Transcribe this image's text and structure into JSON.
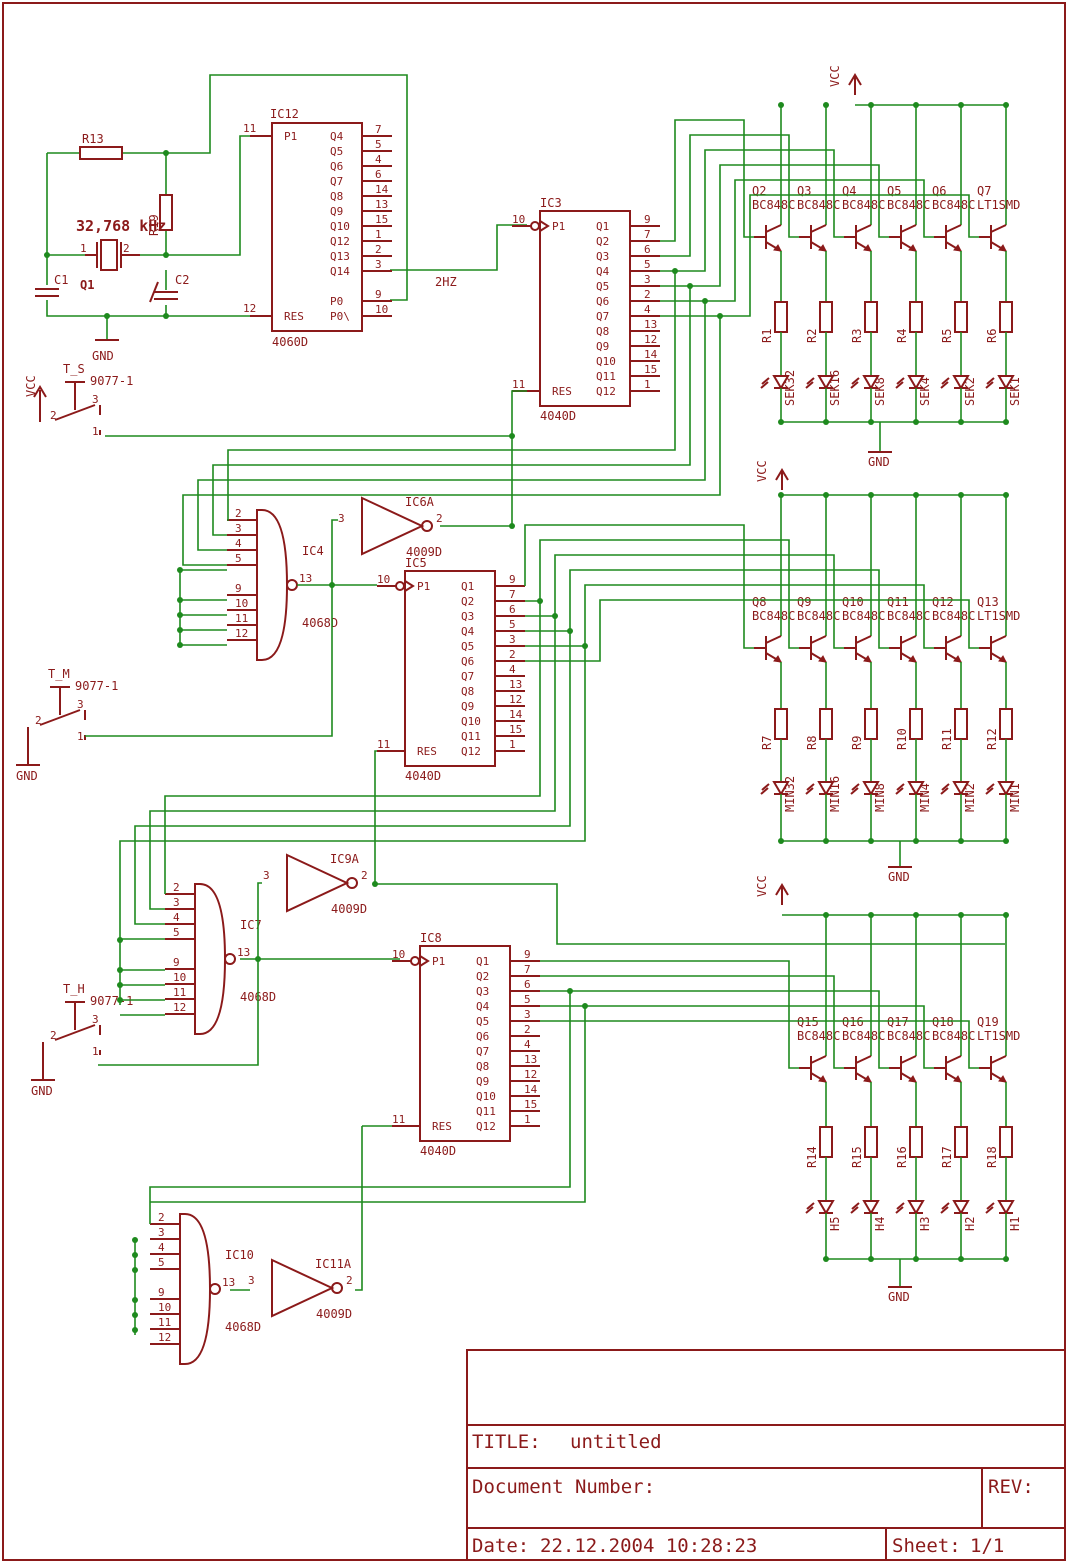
{
  "title_block": {
    "title_label": "TITLE:",
    "title_value": "untitled",
    "docnum_label": "Document Number:",
    "rev_label": "REV:",
    "date_label": "Date:",
    "date_value": "22.12.2004 10:28:23",
    "sheet_label": "Sheet:",
    "sheet_value": "1/1"
  },
  "oscillator": {
    "ic_name": "IC12",
    "ic_type": "4060D",
    "pins_left": [
      "P1",
      "RES"
    ],
    "pins_right": [
      "Q4",
      "Q5",
      "Q6",
      "Q7",
      "Q8",
      "Q9",
      "Q10",
      "Q12",
      "Q13",
      "Q14",
      "P0",
      "P0\\"
    ],
    "pin_nums_right": [
      "7",
      "5",
      "4",
      "6",
      "14",
      "13",
      "15",
      "1",
      "2",
      "3",
      "9",
      "10"
    ],
    "pin11": "11",
    "pin12": "12",
    "r13": "R13",
    "r19": "R19",
    "crystal_name": "Q1",
    "crystal_value": "32,768 kHz",
    "c1": "C1",
    "c2": "C2",
    "gnd": "GND",
    "freq_label": "2HZ",
    "xtal_pin1": "1",
    "xtal_pin2": "2"
  },
  "counters": [
    {
      "name": "IC3",
      "type": "4040D"
    },
    {
      "name": "IC5",
      "type": "4040D"
    },
    {
      "name": "IC8",
      "type": "4040D"
    }
  ],
  "counter_pins_left": [
    "P1",
    "RES"
  ],
  "counter_pin_nums_left": [
    "10",
    "11"
  ],
  "counter_pins_right": [
    "Q1",
    "Q2",
    "Q3",
    "Q4",
    "Q5",
    "Q6",
    "Q7",
    "Q8",
    "Q9",
    "Q10",
    "Q11",
    "Q12"
  ],
  "counter_pin_nums_right": [
    "9",
    "7",
    "6",
    "5",
    "3",
    "2",
    "4",
    "13",
    "12",
    "14",
    "15",
    "1"
  ],
  "nand_gates": [
    {
      "name": "IC4",
      "type": "4068D"
    },
    {
      "name": "IC7",
      "type": "4068D"
    },
    {
      "name": "IC10",
      "type": "4068D"
    }
  ],
  "nand_pin_nums": [
    "2",
    "3",
    "4",
    "5",
    "9",
    "10",
    "11",
    "12"
  ],
  "nand_out_pin": "13",
  "inverters": [
    {
      "name": "IC6A",
      "type": "4009D"
    },
    {
      "name": "IC9A",
      "type": "4009D"
    },
    {
      "name": "IC11A",
      "type": "4009D"
    }
  ],
  "inv_in": "3",
  "inv_out": "2",
  "buttons": [
    {
      "name": "T_S",
      "type": "9077-1",
      "net": "VCC"
    },
    {
      "name": "T_M",
      "type": "9077-1",
      "net": "GND"
    },
    {
      "name": "T_H",
      "type": "9077-1",
      "net": "GND"
    }
  ],
  "btn_pins": [
    "1",
    "2",
    "3"
  ],
  "rows": [
    {
      "vcc": "VCC",
      "gnd": "GND",
      "transistors": [
        "Q2",
        "Q3",
        "Q4",
        "Q5",
        "Q6",
        "Q7"
      ],
      "tr_type": "BC848C",
      "resistors": [
        "R1",
        "R2",
        "R3",
        "R4",
        "R5",
        "R6"
      ],
      "leds": [
        "SEK32",
        "SEK16",
        "SEK8",
        "SEK4",
        "SEK2",
        "SEK1"
      ]
    },
    {
      "vcc": "VCC",
      "gnd": "GND",
      "transistors": [
        "Q8",
        "Q9",
        "Q10",
        "Q11",
        "Q12",
        "Q13"
      ],
      "tr_type": "BC848C",
      "resistors": [
        "R7",
        "R8",
        "R9",
        "R10",
        "R11",
        "R12"
      ],
      "leds": [
        "MIN32",
        "MIN16",
        "MIN8",
        "MIN4",
        "MIN2",
        "MIN1"
      ]
    },
    {
      "vcc": "VCC",
      "gnd": "GND",
      "transistors": [
        "Q15",
        "Q16",
        "Q17",
        "Q18",
        "Q19"
      ],
      "tr_type": "BC848C",
      "resistors": [
        "R14",
        "R15",
        "R16",
        "R17",
        "R18"
      ],
      "leds": [
        "H5",
        "H4",
        "H3",
        "H2",
        "H1"
      ]
    }
  ],
  "tr_suffix": "SMD",
  "tr_model_suffix": "LT1SMD",
  "colors": {
    "part": "#8b1a1a",
    "wire": "#1e8a1e",
    "background": "#ffffff"
  }
}
